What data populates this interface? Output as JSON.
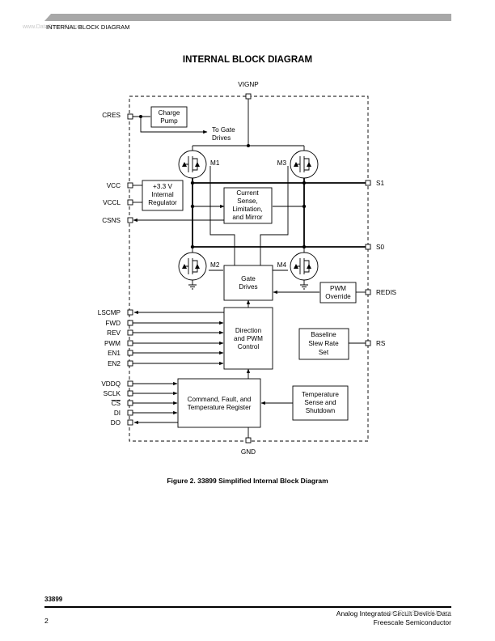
{
  "header": {
    "section": "INTERNAL BLOCK DIAGRAM",
    "watermark": "www.DataSheet4U.com"
  },
  "page_title": "INTERNAL BLOCK DIAGRAM",
  "diagram": {
    "pins_left": [
      "CRES",
      "VCC",
      "VCCL",
      "CSNS",
      "LSCMP",
      "FWD",
      "REV",
      "PWM",
      "EN1",
      "EN2",
      "VDDQ",
      "SCLK",
      "CS",
      "DI",
      "DO"
    ],
    "pins_right": [
      "S1",
      "S0",
      "REDIS",
      "RS"
    ],
    "pin_top": "VIGNP",
    "pin_bottom": "GND",
    "blocks": {
      "charge_pump": [
        "Charge",
        "Pump"
      ],
      "to_gate_drives": [
        "To Gate",
        "Drives"
      ],
      "regulator": [
        "+3.3 V",
        "Internal",
        "Regulator"
      ],
      "current_sense": [
        "Current",
        "Sense,",
        "Limitation,",
        "and Mirror"
      ],
      "gate_drives": [
        "Gate",
        "Drives"
      ],
      "pwm_override": [
        "PWM",
        "Override"
      ],
      "direction_pwm": [
        "Direction",
        "and PWM",
        "Control"
      ],
      "baseline": [
        "Baseline",
        "Slew Rate",
        "Set"
      ],
      "command": [
        "Command, Fault, and",
        "Temperature Register"
      ],
      "temperature": [
        "Temperature",
        "Sense and",
        "Shutdown"
      ]
    },
    "transistors": [
      "M1",
      "M2",
      "M3",
      "M4"
    ]
  },
  "figure_caption": "Figure 2. 33899 Simplified Internal Block Diagram",
  "footer": {
    "part_number": "33899",
    "page_number": "2",
    "doc_line": "Analog Integrated Circuit Device Data",
    "watermark": "www.DataSheet4U.com",
    "company": "Freescale Semiconductor"
  }
}
